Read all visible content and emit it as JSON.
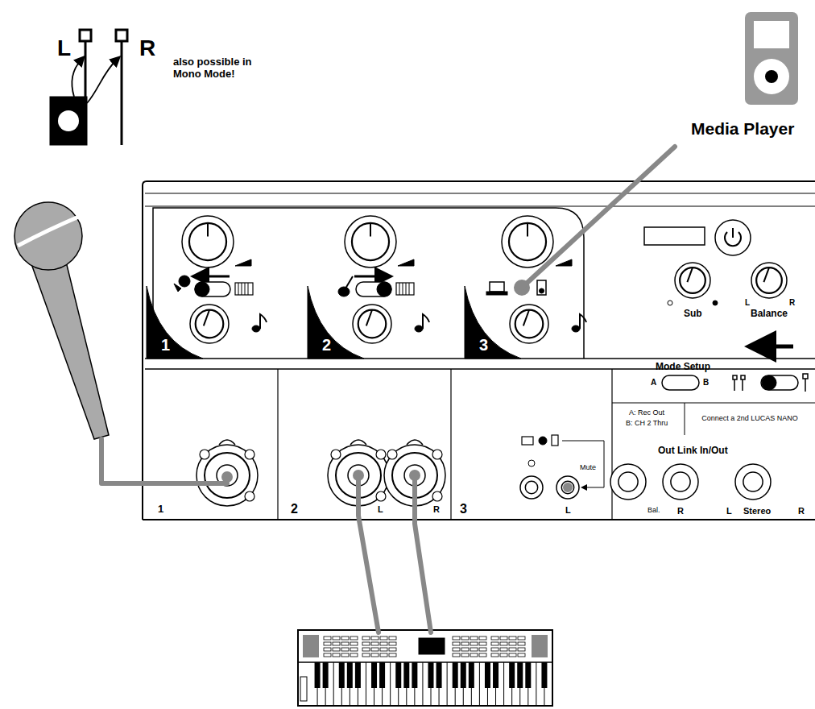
{
  "diagram": {
    "labels": [
      "L",
      "R",
      "also possible in Mono Mode!",
      "Media Player",
      "1",
      "2",
      "3",
      "Sub",
      "Balance",
      "L",
      "R",
      "Mode Setup",
      "A",
      "B",
      "A: Rec Out",
      "B: CH 2 Thru",
      "Connect a 2nd LUCAS NANO",
      "Out Link In/Out",
      "Bal.",
      "R",
      "L",
      "Stereo",
      "R",
      "1",
      "2",
      "L",
      "R",
      "3",
      "L",
      "Mute"
    ]
  }
}
